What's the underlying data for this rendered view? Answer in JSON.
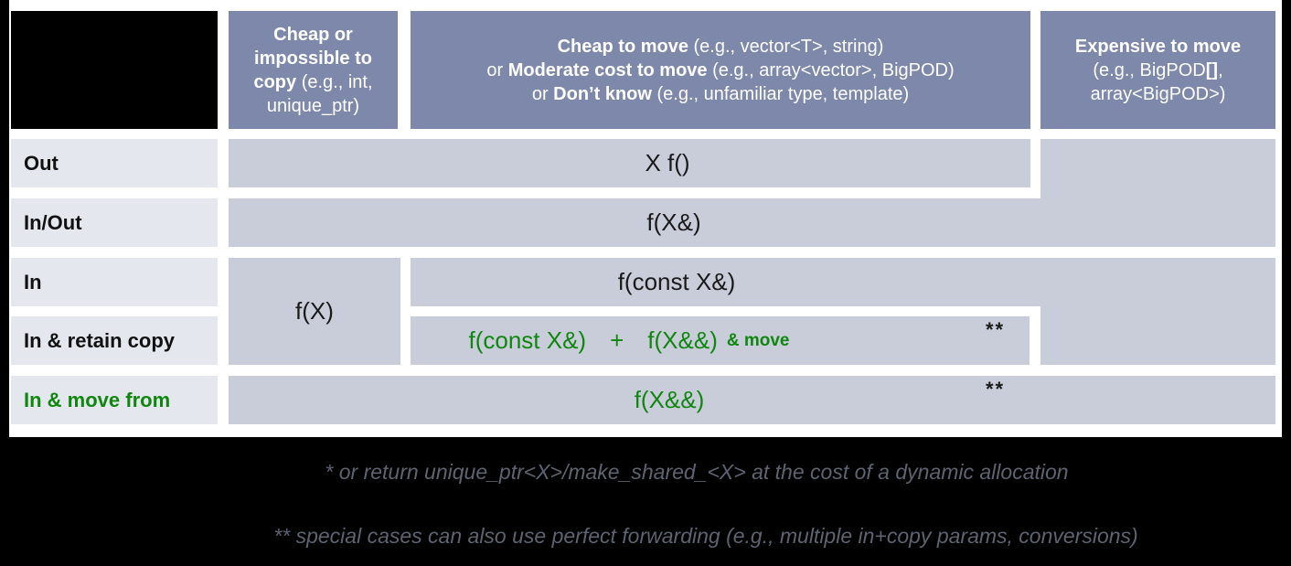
{
  "header": {
    "col1": {
      "bold": "Cheap or impossible to copy",
      "normal": " (e.g., int, unique_ptr)"
    },
    "col2": {
      "line1_bold": "Cheap to move",
      "line1_normal": " (e.g., vector<T>, string)",
      "line2_prefix": "or ",
      "line2_bold": "Moderate cost to move",
      "line2_normal": " (e.g., array<vector>, BigPOD)",
      "line3_prefix": "or ",
      "line3_bold": "Don’t know",
      "line3_normal": " (e.g., unfamiliar type, template)"
    },
    "col3": {
      "line1_bold": "Expensive to move",
      "line2_normal": "(e.g., BigPOD",
      "line2_bold": "[]",
      "line2_tail": ",",
      "line3_normal": "array<BigPOD>)"
    }
  },
  "rows": {
    "out": {
      "label": "Out"
    },
    "inout": {
      "label": "In/Out"
    },
    "in": {
      "label": "In"
    },
    "retain": {
      "label": "In & retain copy"
    },
    "movefrom": {
      "label": "In & move from"
    }
  },
  "cells": {
    "out": "X f()",
    "inout": "f(X&)",
    "cheap_copy": "f(X)",
    "in": "f(const X&)",
    "retain_a": "f(const X&)",
    "retain_plus": "+",
    "retain_b": "f(X&&)",
    "retain_suffix": "& move",
    "retain_note": "**",
    "movefrom": "f(X&&)",
    "movefrom_note": "**"
  },
  "footnotes": {
    "line1": "* or return unique_ptr<X>/make_shared_<X> at the cost of a dynamic allocation",
    "line2": "** special cases can also use perfect forwarding (e.g., multiple in+copy params, conversions)"
  },
  "colors": {
    "header_bg": "#7e88ab",
    "body_cell_bg": "#c9cdda",
    "label_bg": "#e4e7ee",
    "green_text": "#0f870f",
    "footnote_text": "#5d6370",
    "frame": "#000000"
  }
}
